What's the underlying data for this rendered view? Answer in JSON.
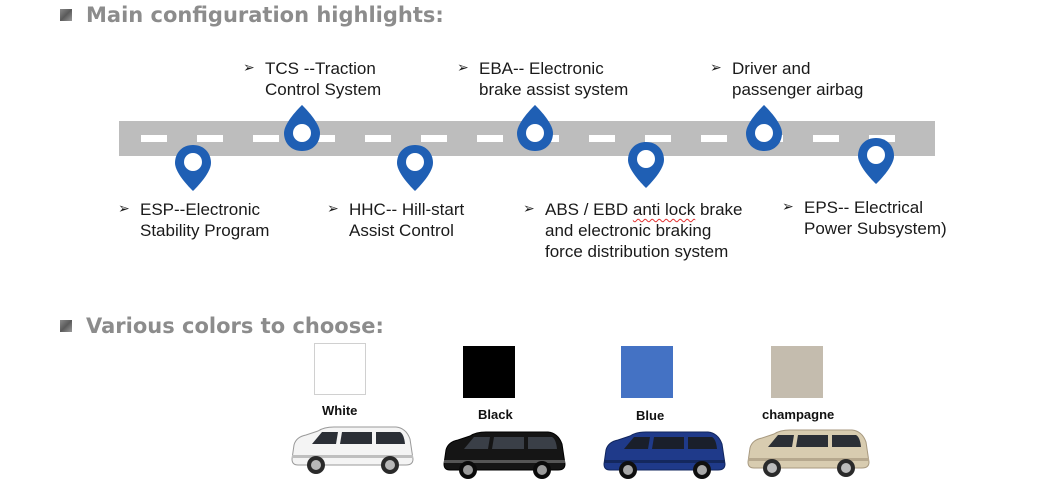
{
  "headings": {
    "config": "Main configuration highlights:",
    "colors": "Various colors to choose:"
  },
  "features_top": [
    {
      "line1": "TCS --Traction",
      "line2": "Control System"
    },
    {
      "line1": "EBA-- Electronic",
      "line2": "brake assist system"
    },
    {
      "line1": "Driver and",
      "line2": "passenger airbag"
    }
  ],
  "features_bottom": [
    {
      "line1": "ESP--Electronic",
      "line2": "Stability Program"
    },
    {
      "line1": "HHC-- Hill-start",
      "line2": "Assist Control"
    },
    {
      "line1_a": "ABS / EBD ",
      "line1_b": "anti lock",
      "line1_c": " brake",
      "line2": "and electronic braking",
      "line3": "force distribution system"
    },
    {
      "line1": "EPS-- Electrical",
      "line2": "Power Subsystem)"
    }
  ],
  "bullet_glyph": "➢",
  "colors": [
    {
      "label": "White",
      "hex": "#ffffff",
      "body": "#f4f4f4"
    },
    {
      "label": "Black",
      "hex": "#000000",
      "body": "#151515"
    },
    {
      "label": "Blue",
      "hex": "#4472c4",
      "body": "#1f3a8a"
    },
    {
      "label": "champagne",
      "hex": "#c4bcae",
      "body": "#d8ccb0"
    }
  ],
  "accent": "#1f5fb4"
}
